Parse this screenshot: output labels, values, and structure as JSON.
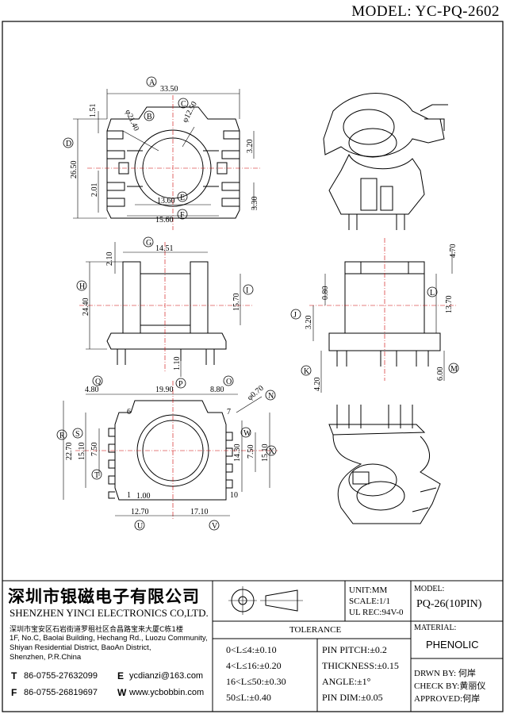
{
  "header": {
    "model_title": "MODEL: YC-PQ-2602"
  },
  "dims": {
    "top_view": {
      "a": "A",
      "b": "B",
      "c": "C",
      "d": "D",
      "e": "E",
      "f": "F",
      "w_33_50": "33.50",
      "d_21_40": "φ21.40",
      "d_12_50": "φ12.50",
      "h_1_51": "1.51",
      "h_26_50": "26.50",
      "h_2_01": "2.01",
      "h_3_20": "3.20",
      "w_13_60": "13.60",
      "w_15_60": "15.60",
      "h_3_30": "3.30"
    },
    "front_view": {
      "g": "G",
      "h": "H",
      "i": "I",
      "h_2_10": "2.10",
      "w_14_51": "14.51",
      "h_24_40": "24.40",
      "h_15_70": "15.70",
      "h_1_10": "1.10"
    },
    "side_view": {
      "j": "J",
      "k": "K",
      "l": "L",
      "m": "M",
      "h_4_70": "4.70",
      "h_0_80": "0.80",
      "h_13_70": "13.70",
      "h_3_20": "3.20",
      "h_4_20": "4.20",
      "h_6_00": "6.00"
    },
    "bottom_view": {
      "n": "N",
      "o": "O",
      "p": "P",
      "q": "Q",
      "r": "R",
      "s": "S",
      "t": "T",
      "u": "U",
      "v": "V",
      "w": "W",
      "x": "X",
      "w_4_80": "4.80",
      "w_19_90": "19.90",
      "w_8_80": "8.80",
      "d_0_70": "φ0.70",
      "pin_6": "6",
      "pin_7": "7",
      "pin_1": "1",
      "pin_10": "10",
      "h_22_70": "22.70",
      "h_15_10": "15.10",
      "h_7_50": "7.50",
      "h_14_30": "14.30",
      "h_7_50b": "7.50",
      "h_15_10b": "15.10",
      "w_1_00": "1.00",
      "w_12_70": "12.70",
      "w_17_10": "17.10"
    }
  },
  "title_block": {
    "company_cn": "深圳市银磁电子有限公司",
    "company_en": "SHENZHEN YINCI ELECTRONICS CO,LTD.",
    "address_cn": "深圳市宝安区石岩街道罗租社区合昌路宝来大厦C栋1楼",
    "address_en_1": "1F, No.C, Baolai Building, Hechang Rd., Luozu Community,",
    "address_en_2": "Shiyan Residential District, BaoAn District,",
    "address_en_3": "Shenzhen, P.R.China",
    "tel_label": "T",
    "tel": "86-0755-27632099",
    "fax_label": "F",
    "fax": "86-0755-26819697",
    "email_label": "E",
    "email": "ycdianzi@163.com",
    "web_label": "W",
    "web": "www.ycbobbin.com",
    "unit": "UNIT:MM",
    "scale": "SCALE:1/1",
    "ul_rec": "UL REC:94V-0",
    "model_label": "MODEL:",
    "model_value": "PQ-26(10PIN)",
    "tolerance_title": "TOLERANCE",
    "tol_1": "0<L≤4:±0.10",
    "tol_2": "4<L≤16:±0.20",
    "tol_3": "16<L≤50:±0.30",
    "tol_4": "50≤L:±0.40",
    "pin_pitch": "PIN PITCH:±0.2",
    "thickness": "THICKNESS:±0.15",
    "angle": "ANGLE:±1°",
    "pin_dim": "PIN DIM:±0.05",
    "material_label": "MATERIAL:",
    "material": "PHENOLIC",
    "drawn_by": "DRWN BY: 何岸",
    "check_by": "CHECK BY:黄丽仪",
    "approved": "APPROVED:何岸"
  }
}
